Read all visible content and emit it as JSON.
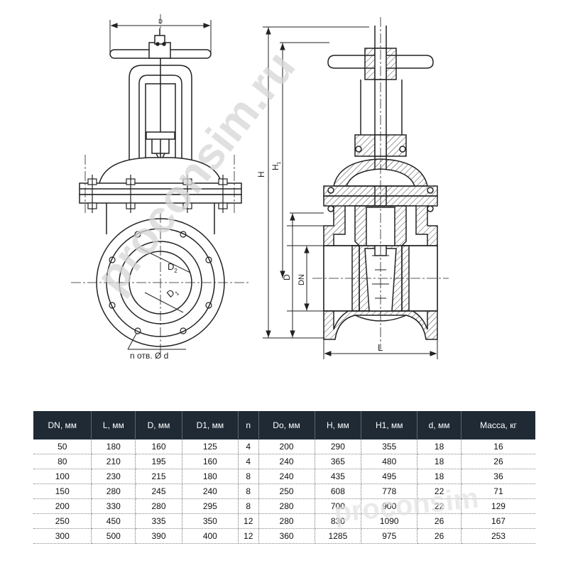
{
  "watermark": "proconsim.ru",
  "watermark_footer": "proconsim",
  "labels": {
    "do": "D",
    "d2": "D",
    "d2_sub": "2",
    "d1": "D",
    "d1_sub": "1",
    "holes": "n отв. Ø d",
    "h": "H",
    "h1": "H",
    "h1_sub": "1",
    "d_dim": "D",
    "dn_dim": "DN",
    "l_dim": "L"
  },
  "table": {
    "headers": [
      "DN, мм",
      "L, мм",
      "D, мм",
      "D1, мм",
      "n",
      "Do, мм",
      "H, мм",
      "H1, мм",
      "d, мм",
      "Масса, кг"
    ],
    "rows": [
      [
        "50",
        "180",
        "160",
        "125",
        "4",
        "200",
        "290",
        "355",
        "18",
        "16"
      ],
      [
        "80",
        "210",
        "195",
        "160",
        "4",
        "240",
        "365",
        "480",
        "18",
        "26"
      ],
      [
        "100",
        "230",
        "215",
        "180",
        "8",
        "240",
        "435",
        "495",
        "18",
        "36"
      ],
      [
        "150",
        "280",
        "245",
        "240",
        "8",
        "250",
        "608",
        "778",
        "22",
        "71"
      ],
      [
        "200",
        "330",
        "280",
        "295",
        "8",
        "280",
        "700",
        "900",
        "22",
        "129"
      ],
      [
        "250",
        "450",
        "335",
        "350",
        "12",
        "280",
        "830",
        "1090",
        "26",
        "167"
      ],
      [
        "300",
        "500",
        "390",
        "400",
        "12",
        "360",
        "1285",
        "975",
        "26",
        "253"
      ]
    ]
  }
}
